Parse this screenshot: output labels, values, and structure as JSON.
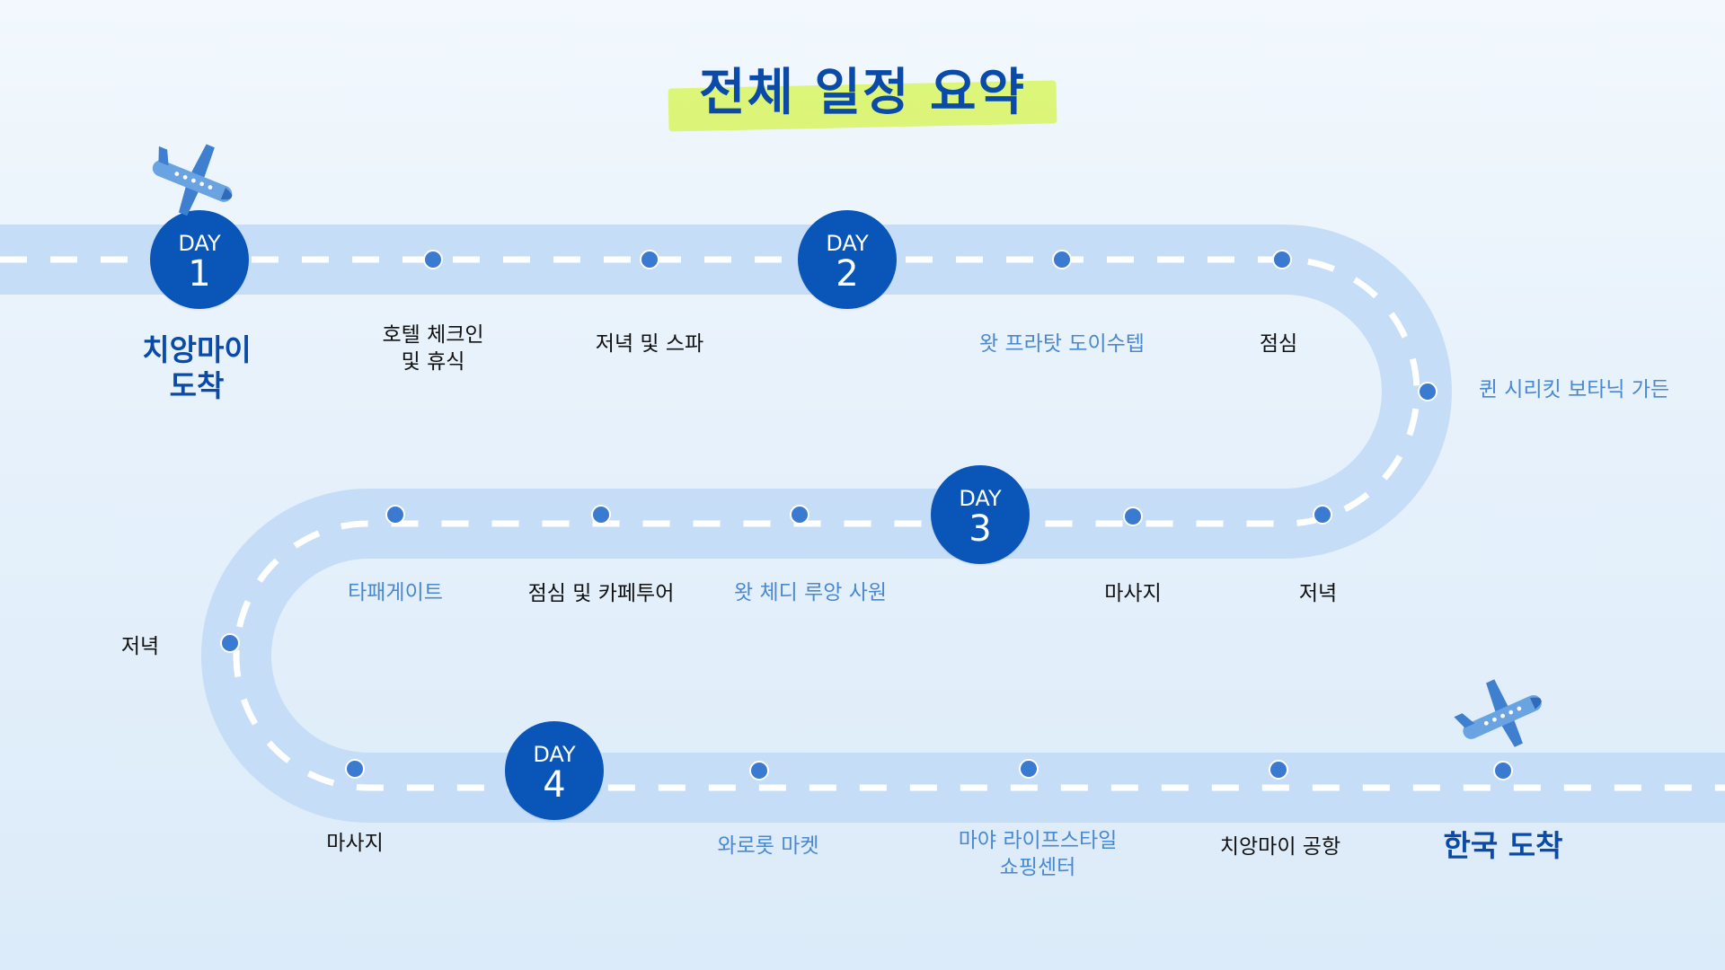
{
  "title": "전체 일정 요약",
  "colors": {
    "road": "#c5ddf6",
    "road_dash": "#ffffff",
    "dot": "#3a7ad0",
    "badge": "#0a56b8",
    "highlight": "#d9f56a",
    "title": "#0a4aa8",
    "plane": "#4f8fd8"
  },
  "days": [
    {
      "day": "DAY",
      "num": "1"
    },
    {
      "day": "DAY",
      "num": "2"
    },
    {
      "day": "DAY",
      "num": "3"
    },
    {
      "day": "DAY",
      "num": "4"
    }
  ],
  "labels": {
    "start_line1": "치앙마이",
    "start_line2": "도착",
    "hotel_line1": "호텔 체크인",
    "hotel_line2": "및 휴식",
    "dinner_spa": "저녁 및 스파",
    "wat_phra_that": "왓 프라탓 도이수텝",
    "lunch1": "점심",
    "queen_garden": "퀸 시리킷 보타닉 가든",
    "tha_phae": "타패게이트",
    "lunch_cafe": "점심 및 카페투어",
    "wat_chedi": "왓 체디 루앙 사원",
    "massage1": "마사지",
    "dinner1": "저녁",
    "dinner2": "저녁",
    "massage2": "마사지",
    "warorot": "와로롯 마켓",
    "maya_line1": "마야 라이프스타일",
    "maya_line2": "쇼핑센터",
    "airport": "치앙마이 공항",
    "end": "한국 도착"
  },
  "icons": [
    "airplane-icon",
    "airplane-icon"
  ]
}
